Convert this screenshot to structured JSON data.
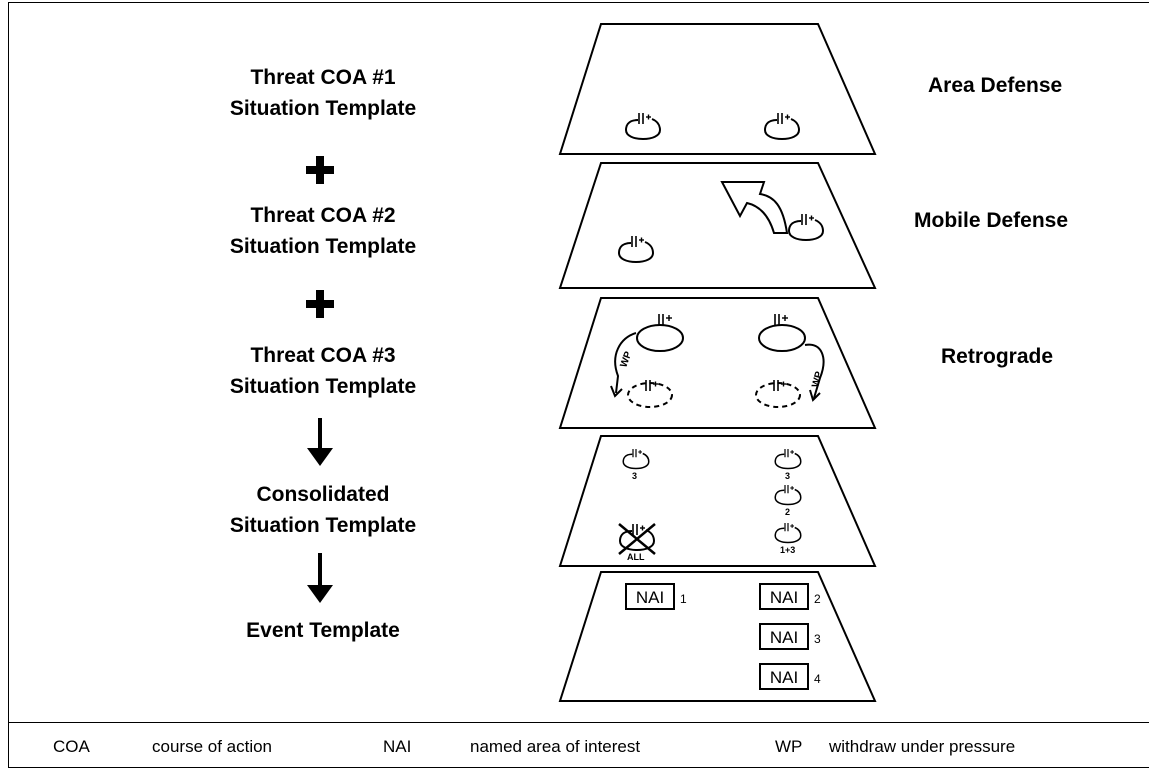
{
  "steps": [
    {
      "line1": "Threat COA #1",
      "line2": "Situation Template"
    },
    {
      "line1": "Threat COA #2",
      "line2": "Situation Template"
    },
    {
      "line1": "Threat COA #3",
      "line2": "Situation Template"
    },
    {
      "line1": "Consolidated",
      "line2": "Situation Template"
    },
    {
      "line1": "Event Template",
      "line2": ""
    }
  ],
  "connectors": [
    "plus",
    "plus",
    "arrow-down",
    "arrow-down"
  ],
  "layer_labels": [
    "Area Defense",
    "Mobile Defense",
    "Retrograde"
  ],
  "annotations": {
    "consolidated_numbers": [
      "3",
      "3",
      "2",
      "1+3"
    ],
    "all_label": "ALL",
    "wp_label": "WP"
  },
  "nai_boxes": [
    {
      "label": "NAI",
      "number": "1"
    },
    {
      "label": "NAI",
      "number": "2"
    },
    {
      "label": "NAI",
      "number": "3"
    },
    {
      "label": "NAI",
      "number": "4"
    }
  ],
  "legend": [
    {
      "abbr": "COA",
      "meaning": "course of action"
    },
    {
      "abbr": "NAI",
      "meaning": "named area of interest"
    },
    {
      "abbr": "WP",
      "meaning": "withdraw under pressure"
    }
  ]
}
